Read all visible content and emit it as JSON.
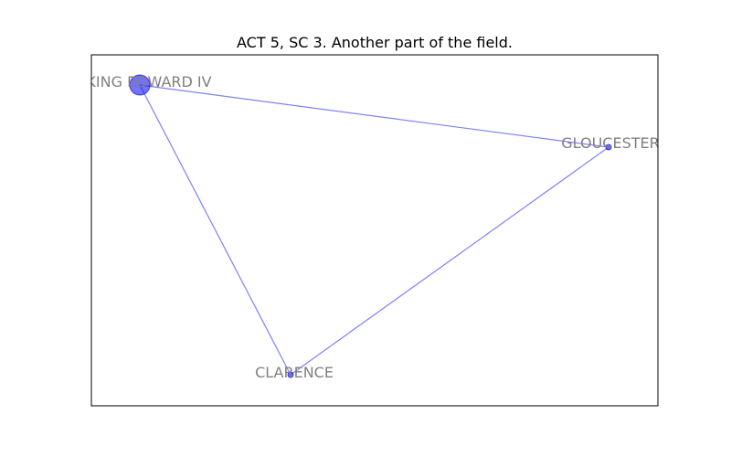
{
  "title": "ACT 5, SC 3. Another part of the field.",
  "colors": {
    "edge": "#0000ff",
    "node": "#0000ff",
    "label": "#808080",
    "frame": "#000000"
  },
  "nodes": [
    {
      "id": "king-edward-iv",
      "label": "KING EDWARD IV",
      "size": "large"
    },
    {
      "id": "gloucester",
      "label": "GLOUCESTER",
      "size": "small"
    },
    {
      "id": "clarence",
      "label": "CLARENCE",
      "size": "small"
    }
  ],
  "edges": [
    {
      "source": "king-edward-iv",
      "target": "gloucester"
    },
    {
      "source": "king-edward-iv",
      "target": "clarence"
    },
    {
      "source": "gloucester",
      "target": "clarence"
    }
  ]
}
